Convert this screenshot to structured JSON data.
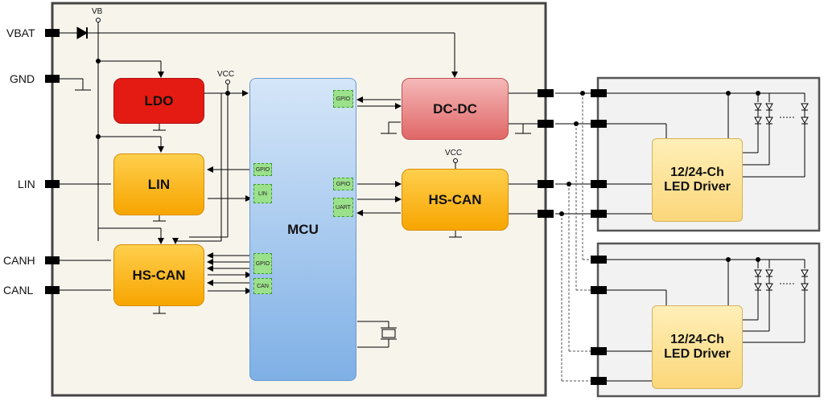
{
  "external_labels": {
    "vbat": "VBAT",
    "gnd": "GND",
    "lin": "LIN",
    "canh": "CANH",
    "canl": "CANL"
  },
  "rail_labels": {
    "vb": "VB",
    "vcc_top": "VCC",
    "vcc_hscan": "VCC"
  },
  "blocks": {
    "ldo": "LDO",
    "lin": "LIN",
    "hscan_left": "HS-CAN",
    "mcu": "MCU",
    "dcdc": "DC-DC",
    "hscan_right": "HS-CAN",
    "led_driver_1": "12/24-Ch\nLED Driver",
    "led_driver_2": "12/24-Ch\nLED Driver"
  },
  "mcu_pins": {
    "gpio_lin": "GPIO",
    "lin": "LIN",
    "gpio_can": "GPIO",
    "can": "CAN",
    "gpio_dcdc": "GPIO",
    "gpio_hscan": "GPIO",
    "uart": "UART"
  },
  "colors": {
    "ldo": "#e41b12",
    "orange_block": "#f7a500",
    "dcdc": "#e06767",
    "mcu": "#7fb0e6",
    "led_driver": "#fbd77a",
    "pin": "#9be08a",
    "board_background": "#f7f4ec",
    "module_background": "#f2f2f2"
  }
}
